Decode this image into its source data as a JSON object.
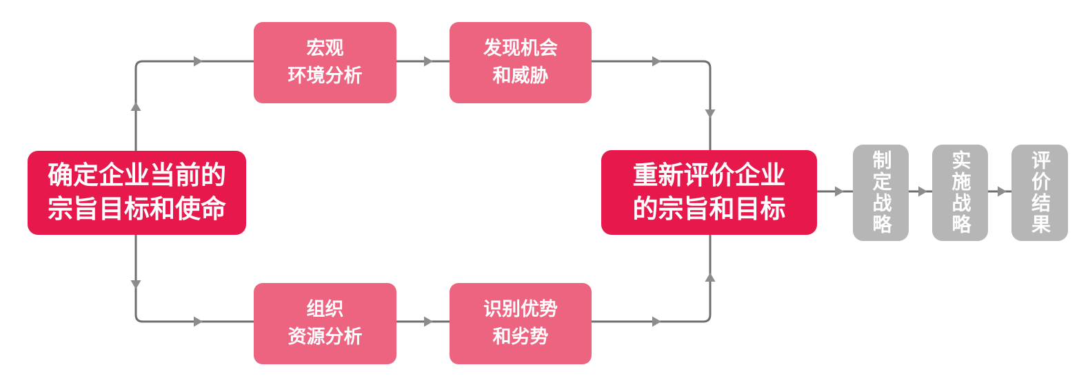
{
  "diagram": {
    "background": "#FFFFFF",
    "language": "zh"
  },
  "colors": {
    "primary_red": "#E7184C",
    "pink": "#EC6480",
    "gray_box": "#B6B6B6",
    "connector_line": "#6E6E6E",
    "arrowhead": "#8C8C8C",
    "node_text": "#FFFFFF"
  },
  "nodes": {
    "current_mission": {
      "line1": "确定企业当前的",
      "line2": "宗旨目标和使命"
    },
    "macro_env_analysis": {
      "line1": "宏观",
      "line2": "环境分析"
    },
    "opportunities_threats": {
      "line1": "发现机会",
      "line2": "和威胁"
    },
    "org_resource_analysis": {
      "line1": "组织",
      "line2": "资源分析"
    },
    "strengths_weaknesses": {
      "line1": "识别优势",
      "line2": "和劣势"
    },
    "reevaluate_goals": {
      "line1": "重新评价企业",
      "line2": "的宗旨和目标"
    },
    "formulate_strategy": {
      "label": "制定战略"
    },
    "implement_strategy": {
      "label": "实施战略"
    },
    "evaluate_results": {
      "label": "评价结果"
    }
  }
}
